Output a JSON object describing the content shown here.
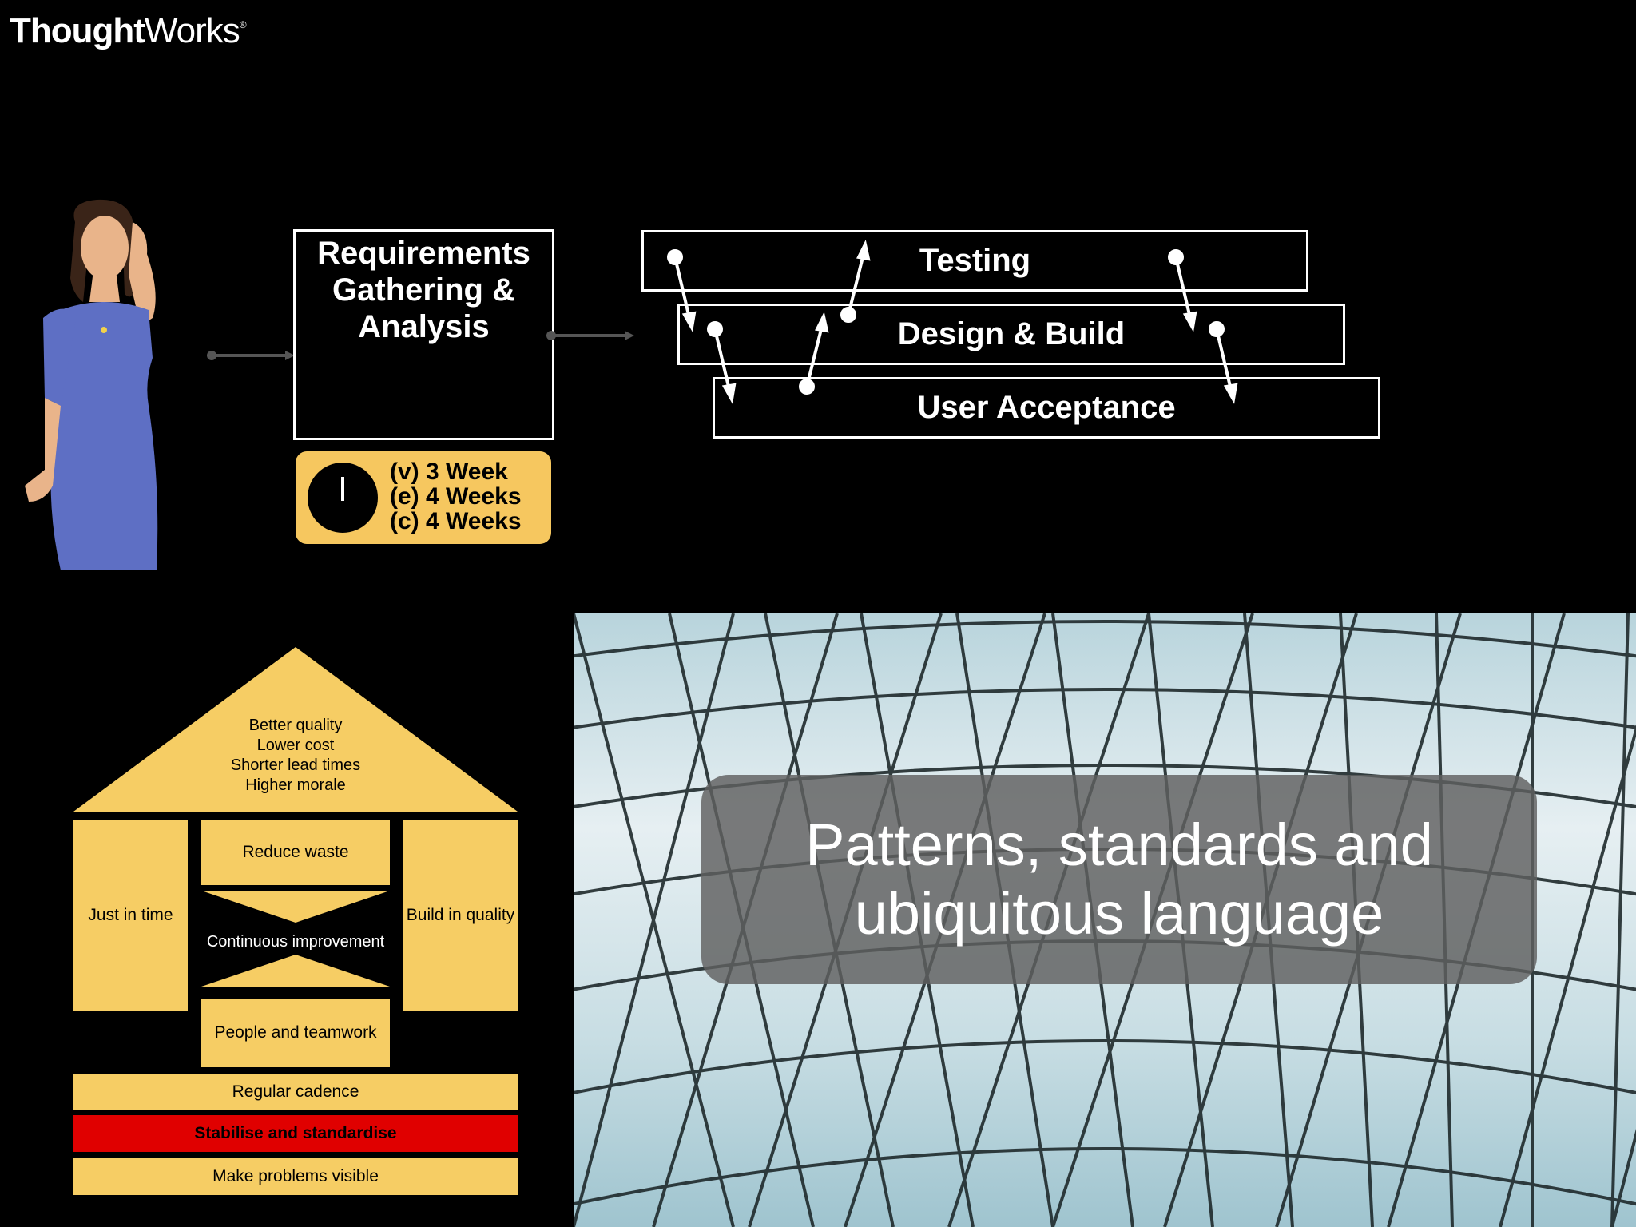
{
  "logo": {
    "bold": "Thought",
    "light": "Works",
    "mark": "®"
  },
  "process": {
    "requirements": "Requirements Gathering & Analysis",
    "phases": [
      "Testing",
      "Design & Build",
      "User Acceptance"
    ],
    "durations": [
      "(v) 3 Week",
      "(e) 4 Weeks",
      "(c) 4 Weeks"
    ]
  },
  "house": {
    "roof": [
      "Better quality",
      "Lower cost",
      "Shorter lead times",
      "Higher morale"
    ],
    "left_pillar": "Just in time",
    "right_pillar": "Build in quality",
    "center_top": "Reduce waste",
    "center_mid": "Continuous improvement",
    "center_bottom": "People and teamwork",
    "foundation": [
      "Regular cadence",
      "Stabilise and standardise",
      "Make problems visible"
    ]
  },
  "banner": {
    "title": "Patterns, standards and ubiquitous language"
  },
  "colors": {
    "house_yellow": "#f6cd64",
    "timebox_yellow": "#f6c75f",
    "highlight_red": "#e00000"
  }
}
